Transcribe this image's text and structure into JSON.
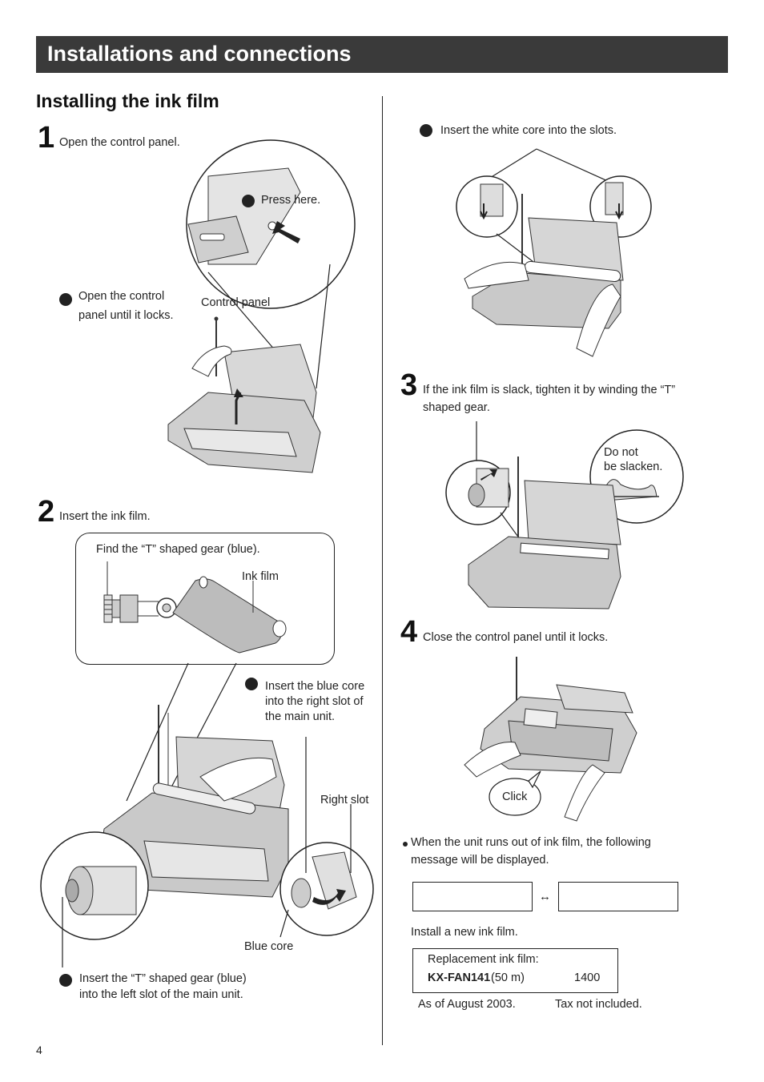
{
  "header": {
    "title": "Installations and connections"
  },
  "section": {
    "title": "Installing the ink film"
  },
  "steps": {
    "s1": {
      "number": "1",
      "text": "Open the control panel."
    },
    "s2": {
      "number": "2",
      "text": "Insert the ink film."
    },
    "s3": {
      "number": "3",
      "text_line1": "If the ink film is slack, tighten it by winding the “T”",
      "text_line2": "shaped gear."
    },
    "s4": {
      "number": "4",
      "text": "Close the control panel until it locks."
    }
  },
  "callouts": {
    "press_here": "Press here.",
    "open_panel_line1": "Open the control",
    "open_panel_line2": "panel until it locks.",
    "control_panel": "Control panel",
    "find_gear": "Find the “T” shaped gear (blue).",
    "ink_film": "Ink film",
    "blue_core_line1": "Insert the blue core",
    "blue_core_line2": "into the right slot of",
    "blue_core_line3": "the main unit.",
    "right_slot": "Right slot",
    "blue_core": "Blue core",
    "t_gear_line1": "Insert the “T” shaped gear (blue)",
    "t_gear_line2": "into the left slot of the main unit.",
    "white_core": "Insert the white core into the slots.",
    "do_not_line1": "Do not",
    "do_not_line2": "be slacken.",
    "click": "Click"
  },
  "note": {
    "line1": "When the unit runs out of ink film, the following",
    "line2": "message will be displayed.",
    "display_arrow": "↔",
    "install_message": "Install a new ink film."
  },
  "replacement": {
    "label": "Replacement ink film:",
    "model": "KX-FAN141",
    "length": "(50 m)",
    "price": "1400",
    "as_of": "As of August 2003.",
    "tax": "Tax not included."
  },
  "footer": {
    "page_number": "4"
  }
}
